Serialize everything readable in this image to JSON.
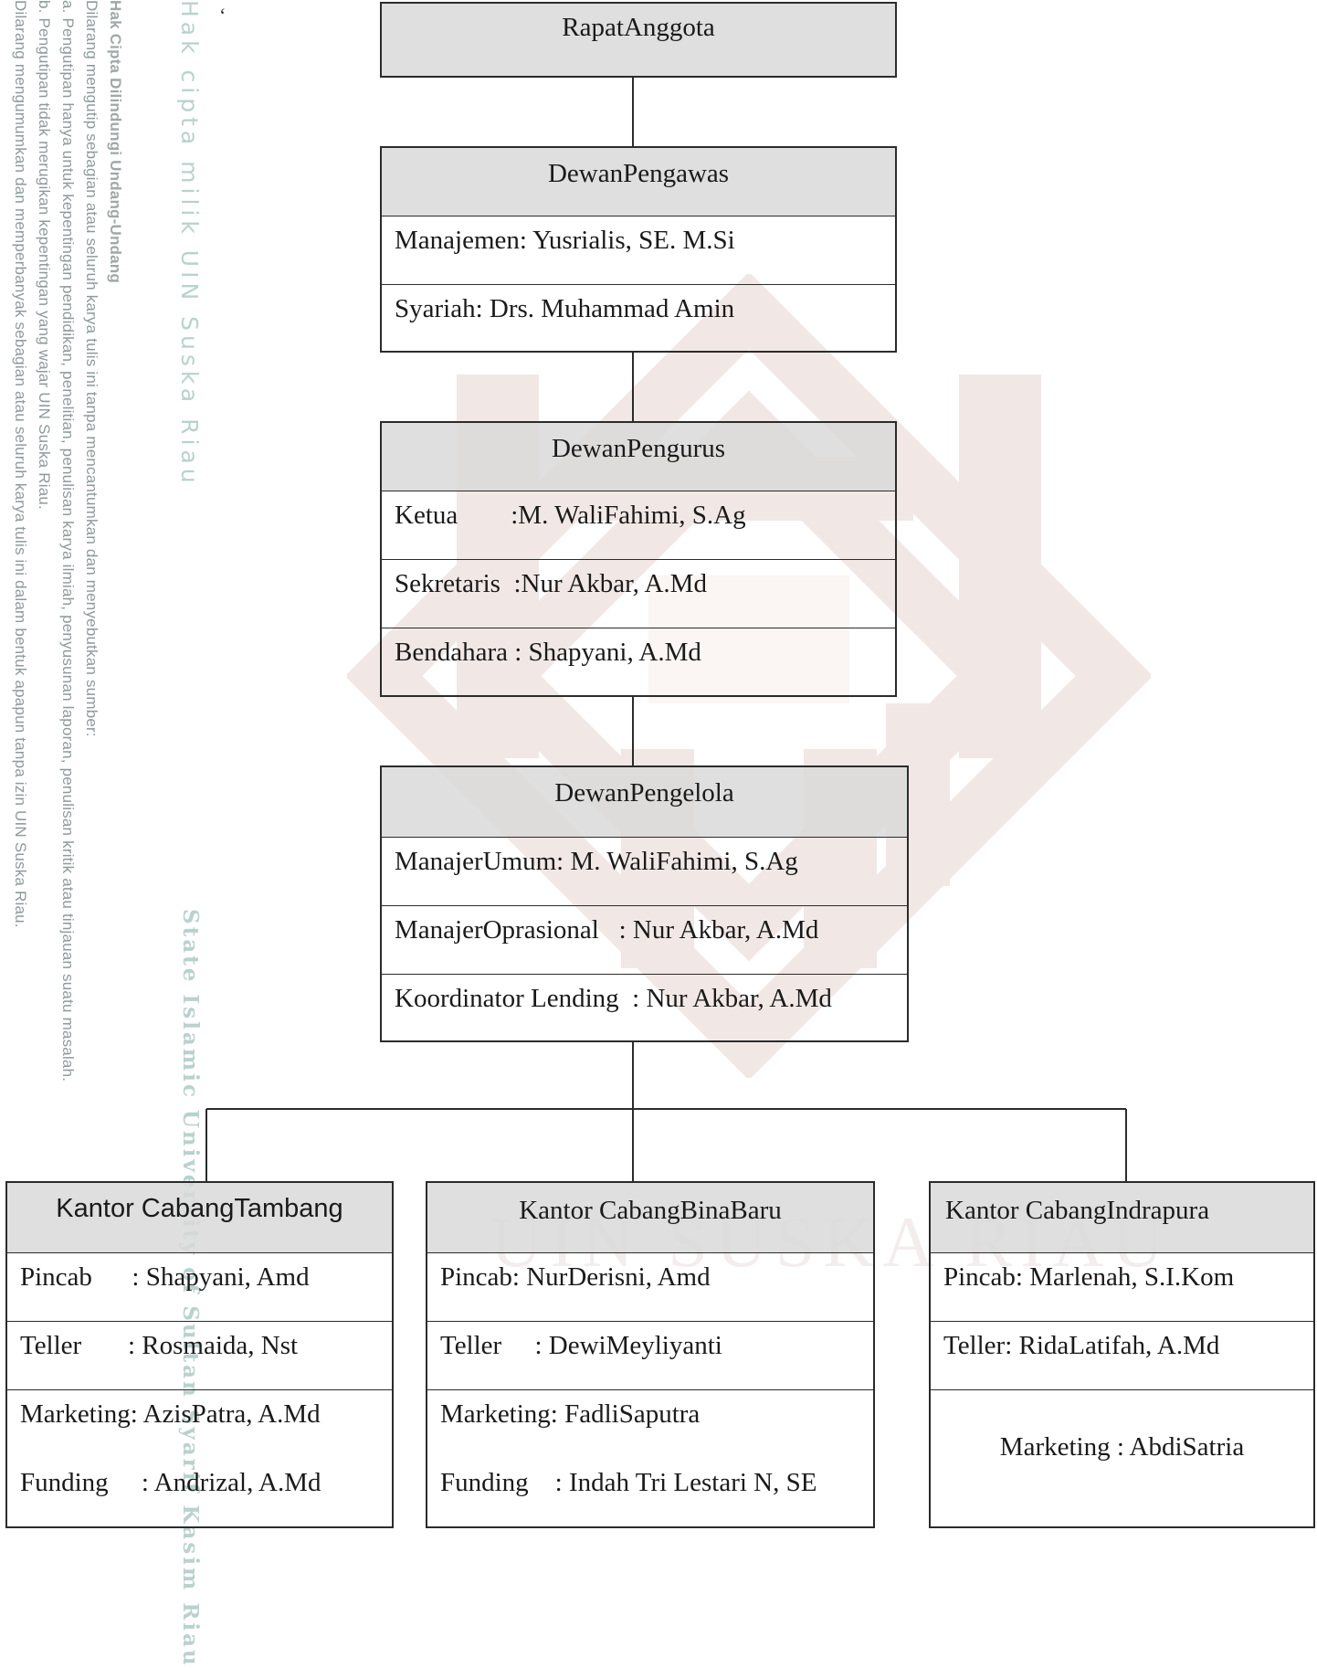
{
  "watermark": {
    "legal_heading": "Hak Cipta Dilindungi Undang-Undang",
    "legal_1": "Dilarang mengutip sebagian atau seluruh karya tulis ini tanpa mencantumkan dan menyebutkan sumber:",
    "legal_a": "a. Pengutipan hanya untuk kepentingan pendidikan, penelitian, penulisan karya ilmiah, penyusunan laporan, penulisan kritik atau tinjauan suatu masalah.",
    "legal_b": "b. Pengutipan tidak merugikan kepentingan yang wajar UIN Suska Riau.",
    "legal_2": "Dilarang mengumumkan dan memperbanyak sebagian atau seluruh karya tulis ini dalam bentuk apapun tanpa izin UIN Suska Riau.",
    "hak_cipta": "Hak cipta milik UIN Suska Riau",
    "state_islamic": "State Islamic University of Sultan Syarif Kasim Riau",
    "uin_suska": "UIN SUSKA RIAU"
  },
  "stray_mark": "‘",
  "rapat": {
    "title": "RapatAnggota"
  },
  "pengawas": {
    "title": "DewanPengawas",
    "rows": [
      "Manajemen: Yusrialis, SE. M.Si",
      "Syariah: Drs. Muhammad Amin"
    ]
  },
  "pengurus": {
    "title": "DewanPengurus",
    "rows": [
      "Ketua        :M. WaliFahimi, S.Ag",
      "Sekretaris  :Nur Akbar, A.Md",
      "Bendahara : Shapyani, A.Md"
    ]
  },
  "pengelola": {
    "title": "DewanPengelola",
    "rows": [
      "ManajerUmum: M. WaliFahimi, S.Ag",
      "ManajerOprasional   : Nur Akbar, A.Md",
      "Koordinator Lending  : Nur Akbar, A.Md"
    ]
  },
  "tambang": {
    "title": "Kantor CabangTambang",
    "rows": [
      "Pincab      : Shapyani, Amd",
      "Teller       : Rosmaida, Nst",
      "Marketing: AzisPatra, A.Md",
      "Funding     : Andrizal, A.Md"
    ]
  },
  "binabaru": {
    "title": "Kantor CabangBinaBaru",
    "rows": [
      "Pincab: NurDerisni, Amd",
      "Teller     : DewiMeyliyanti",
      "Marketing: FadliSaputra",
      "Funding    : Indah Tri Lestari N, SE"
    ]
  },
  "indrapura": {
    "title": "Kantor CabangIndrapura",
    "rows": [
      "Pincab: Marlenah, S.I.Kom",
      "Teller: RidaLatifah, A.Md",
      "Marketing : AbdiSatria"
    ]
  },
  "colors": {
    "header_fill": "#d9d9d9",
    "line": "#2b2b2b",
    "watermark_teal": "#b9d2cd",
    "watermark_gray": "#8e9a9a"
  }
}
